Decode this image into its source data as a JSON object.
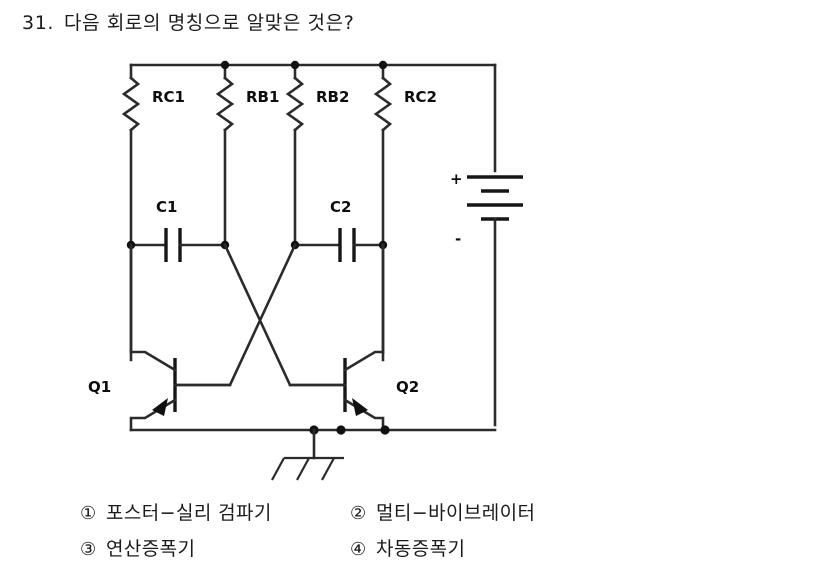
{
  "question": {
    "number": "31.",
    "text": "다음 회로의 명칭으로 알맞은 것은?"
  },
  "figure": {
    "type": "circuit-diagram",
    "description": "astable multivibrator circuit",
    "labels": {
      "rc1": "RC1",
      "rb1": "RB1",
      "rb2": "RB2",
      "rc2": "RC2",
      "c1": "C1",
      "c2": "C2",
      "q1": "Q1",
      "q2": "Q2",
      "battery_plus": "+",
      "battery_minus": "-"
    },
    "components": [
      {
        "name": "RC1",
        "kind": "resistor"
      },
      {
        "name": "RB1",
        "kind": "resistor"
      },
      {
        "name": "RB2",
        "kind": "resistor"
      },
      {
        "name": "RC2",
        "kind": "resistor"
      },
      {
        "name": "C1",
        "kind": "capacitor"
      },
      {
        "name": "C2",
        "kind": "capacitor"
      },
      {
        "name": "Q1",
        "kind": "transistor"
      },
      {
        "name": "Q2",
        "kind": "transistor"
      },
      {
        "name": "battery",
        "kind": "dc-source"
      },
      {
        "name": "ground",
        "kind": "earth-ground"
      }
    ]
  },
  "choices": [
    {
      "marker": "①",
      "label": "포스터−실리 검파기"
    },
    {
      "marker": "②",
      "label": "멀티−바이브레이터"
    },
    {
      "marker": "③",
      "label": "연산증폭기"
    },
    {
      "marker": "④",
      "label": "차동증폭기"
    }
  ],
  "colors": {
    "ink": "#1b1b1b",
    "wire": "#2b2b2b",
    "background": "#ffffff"
  }
}
